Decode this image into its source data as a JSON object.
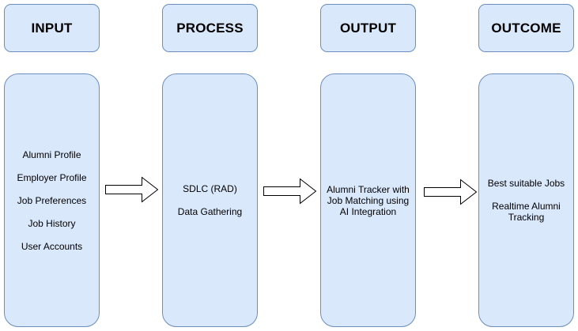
{
  "headers": [
    "INPUT",
    "PROCESS",
    "OUTPUT",
    "OUTCOME"
  ],
  "input": {
    "items": [
      "Alumni Profile",
      "Employer Profile",
      "Job Preferences",
      "Job History",
      "User Accounts"
    ]
  },
  "process": {
    "items": [
      "SDLC (RAD)",
      "Data Gathering"
    ]
  },
  "output": {
    "lines": [
      "Alumni Tracker with",
      "Job Matching using",
      "AI Integration"
    ]
  },
  "outcome": {
    "item1": "Best suitable Jobs",
    "item2_lines": [
      "Realtime Alumni",
      "Tracking"
    ]
  },
  "colors": {
    "box_fill": "#dae8fc",
    "box_stroke": "#6c8ebf",
    "arrow_fill": "#ffffff",
    "arrow_stroke": "#000000"
  }
}
